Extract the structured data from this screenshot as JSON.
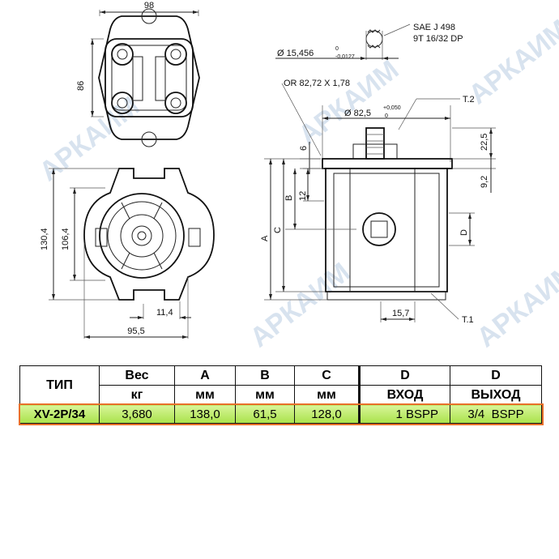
{
  "drawing": {
    "watermark": "АРКАИМ",
    "top_view": {
      "width_dim": "98",
      "height_dim": "86"
    },
    "front_view": {
      "height_outer": "130,4",
      "height_inner": "106,4",
      "dim_11_4": "11,4",
      "width_dim": "95,5"
    },
    "side_view": {
      "shaft_spline_note_1": "SAE J 498",
      "shaft_spline_note_2": "9T 16/32 DP",
      "shaft_dia": "Ø 15,456",
      "shaft_dia_tol_upper": "0",
      "shaft_dia_tol_lower": "-0,0127",
      "oring": "OR 82,72 X 1,78",
      "pilot_dia": "Ø 82,5",
      "pilot_tol_upper": "+0,050",
      "pilot_tol_lower": "0",
      "label_t2": "T.2",
      "label_t1": "T.1",
      "dim_6": "6",
      "dim_22_5": "22,5",
      "dim_9_2": "9,2",
      "dim_12": "12",
      "dim_15_7": "15,7",
      "label_a": "A",
      "label_b": "B",
      "label_c": "C",
      "label_d": "D"
    }
  },
  "table": {
    "header_row1": {
      "type": "ТИП",
      "weight": "Вес",
      "a": "A",
      "b": "B",
      "c": "C",
      "d_in": "D",
      "d_out": "D"
    },
    "header_row2": {
      "weight_unit": "кг",
      "a_unit": "мм",
      "b_unit": "мм",
      "c_unit": "мм",
      "d_in_label": "ВХОД",
      "d_out_label": "ВЫХОД"
    },
    "rows": [
      {
        "type": "XV-2P/34",
        "weight": "3,680",
        "a": "138,0",
        "b": "61,5",
        "c": "128,0",
        "d_in": "1 BSPP",
        "d_out": "3/4  BSPP"
      }
    ]
  },
  "colors": {
    "highlight_row": "#b8e86a",
    "highlight_border": "#e8702a",
    "watermark": "#b9cde3"
  }
}
